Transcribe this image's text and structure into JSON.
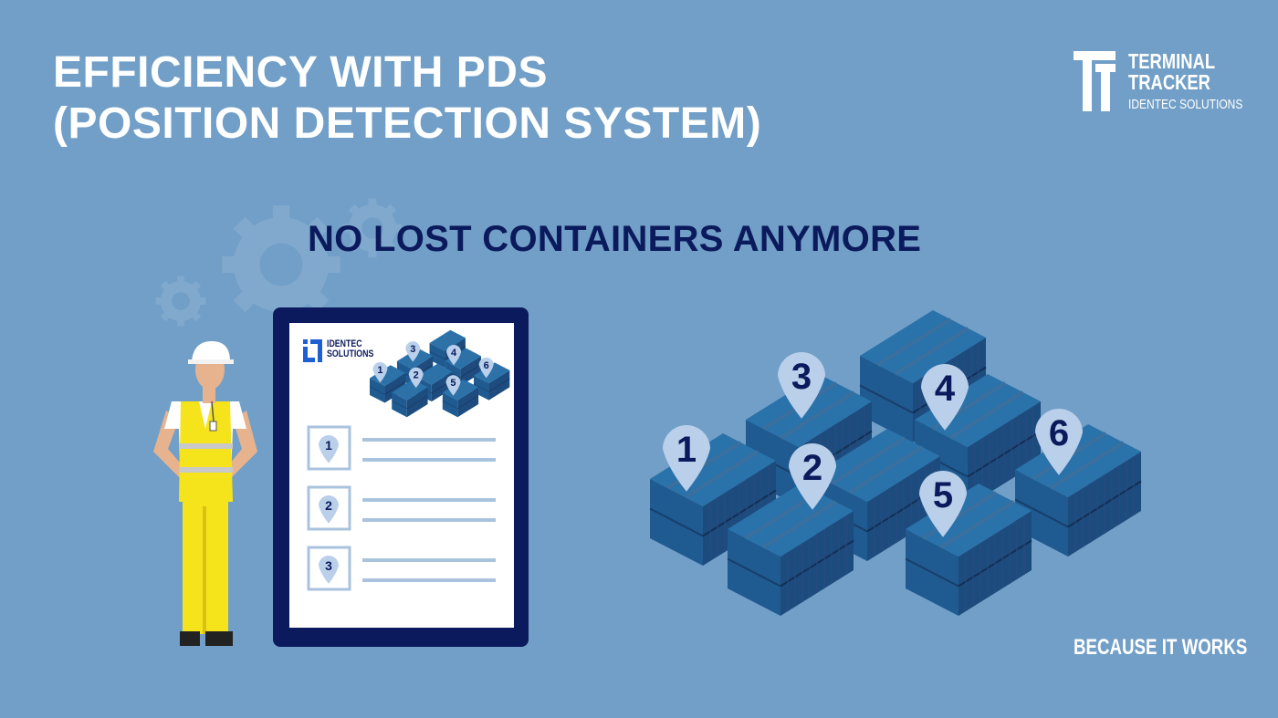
{
  "title_line1": "EFFICIENCY WITH PDS",
  "title_line2": "(POSITION DETECTION SYSTEM)",
  "subtitle": "NO LOST CONTAINERS ANYMORE",
  "brand": {
    "line1": "TERMINAL",
    "line2": "TRACKER",
    "line3": "IDENTEC SOLUTIONS",
    "icon": "tt-monogram"
  },
  "tablet": {
    "logo_line1": "IDENTEC",
    "logo_line2": "SOLUTIONS",
    "list_items": [
      "1",
      "2",
      "3"
    ]
  },
  "container_pins": [
    "1",
    "2",
    "3",
    "4",
    "5",
    "6"
  ],
  "tagline": "BECAUSE IT WORKS",
  "colors": {
    "background": "#729fc7",
    "navy": "#0b1a5c",
    "white": "#ffffff",
    "container_top": "#2a72aa",
    "container_side": "#1c4c7e",
    "pin": "#b9cfea",
    "accent_blue": "#1f5fd6",
    "vest": "#f5e31c"
  }
}
